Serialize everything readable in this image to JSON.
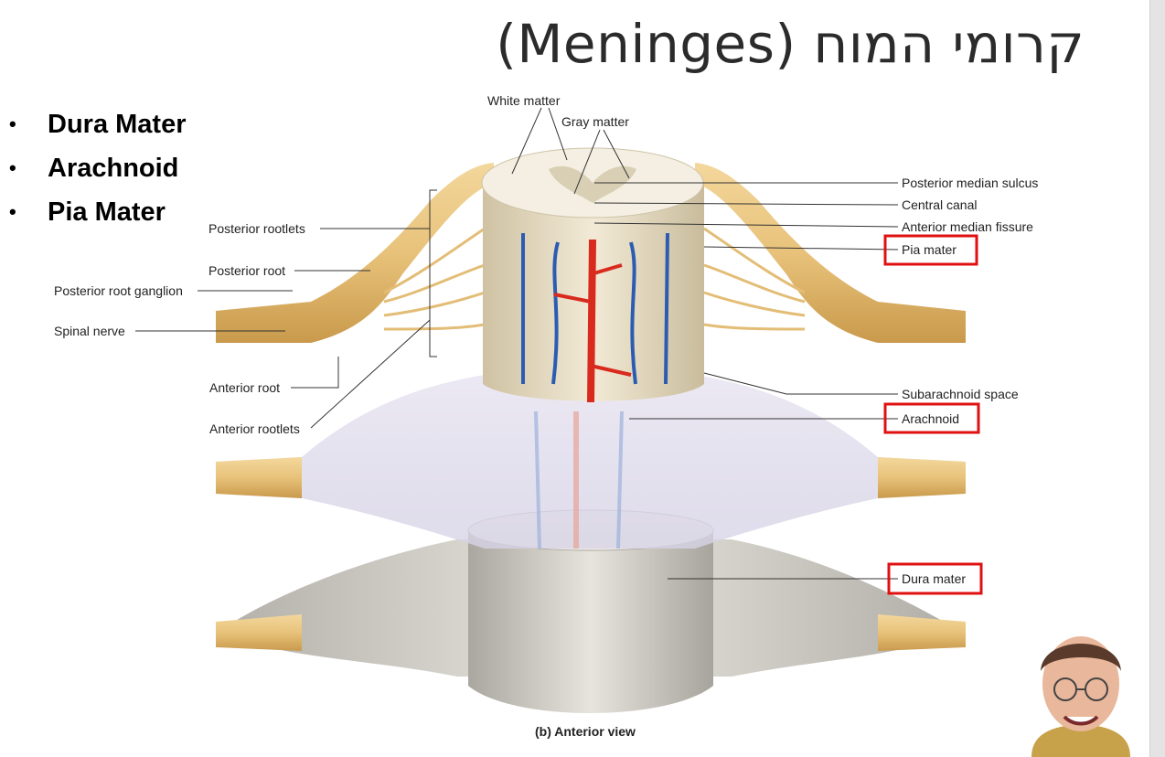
{
  "slide": {
    "title": "קרומי המוח (Meninges)",
    "bullets": [
      "Dura Mater",
      "Arachnoid",
      "Pia Mater"
    ]
  },
  "diagram": {
    "caption": "(b) Anterior view",
    "labels": {
      "white_matter": "White matter",
      "gray_matter": "Gray matter",
      "posterior_median_sulcus": "Posterior median sulcus",
      "central_canal": "Central canal",
      "anterior_median_fissure": "Anterior median fissure",
      "pia_mater": "Pia mater",
      "posterior_rootlets": "Posterior rootlets",
      "posterior_root": "Posterior root",
      "posterior_root_ganglion": "Posterior root ganglion",
      "spinal_nerve": "Spinal nerve",
      "anterior_root": "Anterior root",
      "anterior_rootlets": "Anterior rootlets",
      "subarachnoid_space": "Subarachnoid space",
      "arachnoid": "Arachnoid",
      "dura_mater": "Dura mater"
    },
    "highlight_color": "#e01010"
  },
  "presenter": {
    "icon": "presenter-webcam-thumbnail"
  }
}
